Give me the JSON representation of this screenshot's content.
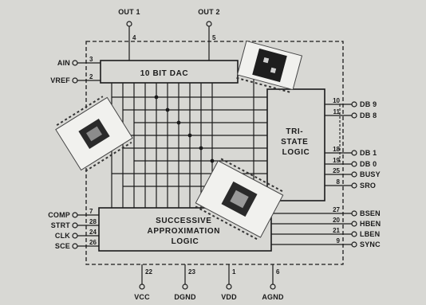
{
  "colors": {
    "background": "#d8d8d4",
    "ink": "#1b1b1b",
    "chip_white": "#f1f1ee",
    "chip_dark": "#2a2a2a"
  },
  "top_pins": [
    {
      "label": "OUT 1",
      "number": "4"
    },
    {
      "label": "OUT 2",
      "number": "5"
    }
  ],
  "left_pins_top": [
    {
      "label": "AIN",
      "number": "3"
    },
    {
      "label": "VREF",
      "number": "2"
    }
  ],
  "left_pins_bottom": [
    {
      "label": "COMP",
      "number": "7"
    },
    {
      "label": "STRT",
      "number": "28"
    },
    {
      "label": "CLK",
      "number": "24"
    },
    {
      "label": "SCE",
      "number": "26"
    }
  ],
  "right_pins_data": [
    {
      "label": "DB 9",
      "number": "10"
    },
    {
      "label": "DB 8",
      "number": "11"
    },
    {
      "label": "DB 1",
      "number": "18"
    },
    {
      "label": "DB 0",
      "number": "19"
    },
    {
      "label": "BUSY",
      "number": "25"
    },
    {
      "label": "SRO",
      "number": "8"
    }
  ],
  "right_pins_control": [
    {
      "label": "BSEN",
      "number": "27"
    },
    {
      "label": "HBEN",
      "number": "20"
    },
    {
      "label": "LBEN",
      "number": "21"
    },
    {
      "label": "SYNC",
      "number": "9"
    }
  ],
  "bottom_pins": [
    {
      "label": "VCC",
      "number": "22"
    },
    {
      "label": "DGND",
      "number": "23"
    },
    {
      "label": "VDD",
      "number": "1"
    },
    {
      "label": "AGND",
      "number": "6"
    }
  ],
  "blocks": {
    "dac": "10 BIT DAC",
    "tristate": [
      "TRI-",
      "STATE",
      "LOGIC"
    ],
    "sar": [
      "SUCCESSIVE",
      "APPROXIMATION",
      "LOGIC"
    ]
  }
}
